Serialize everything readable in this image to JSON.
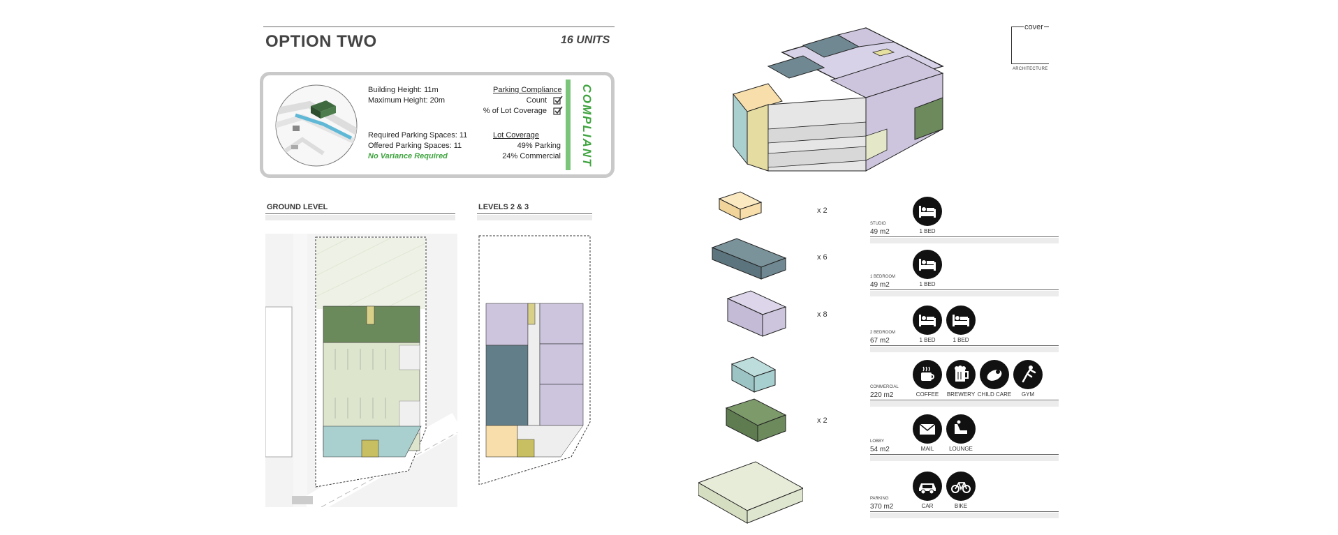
{
  "header": {
    "title": "OPTION TWO",
    "units": "16 UNITS"
  },
  "summary": {
    "building_height": "Building Height: 11m",
    "maximum_height": "Maximum Height: 20m",
    "required_parking": "Required Parking Spaces: 11",
    "offered_parking": "Offered Parking Spaces: 11",
    "variance": "No Variance Required",
    "parking_compliance_title": "Parking Compliance",
    "count_label": "Count",
    "lot_coverage_check_label": "% of Lot Coverage",
    "lot_coverage_title": "Lot Coverage",
    "parking_pct": "49% Parking",
    "commercial_pct": "24% Commercial",
    "status": "COMPLIANT"
  },
  "plans": {
    "ground_title": "GROUND LEVEL",
    "upper_title": "LEVELS 2 & 3"
  },
  "legend_counts": [
    "x 2",
    "x 6",
    "x 8",
    "x 2"
  ],
  "units": [
    {
      "name": "STUDIO",
      "area": "49 m2",
      "icons": [
        {
          "label": "1 BED",
          "icon": "bed-icon"
        }
      ]
    },
    {
      "name": "1 BEDROOM",
      "area": "49 m2",
      "icons": [
        {
          "label": "1 BED",
          "icon": "bed-icon"
        }
      ]
    },
    {
      "name": "2 BEDROOM",
      "area": "67 m2",
      "icons": [
        {
          "label": "1 BED",
          "icon": "bed-icon"
        },
        {
          "label": "1 BED",
          "icon": "bed-icon"
        }
      ]
    },
    {
      "name": "COMMERCIAL",
      "area": "220 m2",
      "icons": [
        {
          "label": "COFFEE",
          "icon": "coffee-icon"
        },
        {
          "label": "BREWERY",
          "icon": "beer-icon"
        },
        {
          "label": "CHILD CARE",
          "icon": "child-care-icon"
        },
        {
          "label": "GYM",
          "icon": "gym-icon"
        }
      ]
    },
    {
      "name": "LOBBY",
      "area": "54 m2",
      "icons": [
        {
          "label": "MAIL",
          "icon": "mail-icon"
        },
        {
          "label": "LOUNGE",
          "icon": "lounge-icon"
        }
      ]
    },
    {
      "name": "PARKING",
      "area": "370 m2",
      "icons": [
        {
          "label": "CAR",
          "icon": "car-icon"
        },
        {
          "label": "BIKE",
          "icon": "bike-icon"
        }
      ]
    }
  ],
  "logo": {
    "name": "cover",
    "sub": "ARCHITECTURE"
  },
  "colors": {
    "studio": "#f7deaa",
    "one_bed": "#6f8891",
    "two_bed": "#cdc5de",
    "commercial": "#a7cfcf",
    "lobby": "#6c8a5c",
    "parking": "#dfe6cf",
    "compliant": "#3fa43f"
  }
}
